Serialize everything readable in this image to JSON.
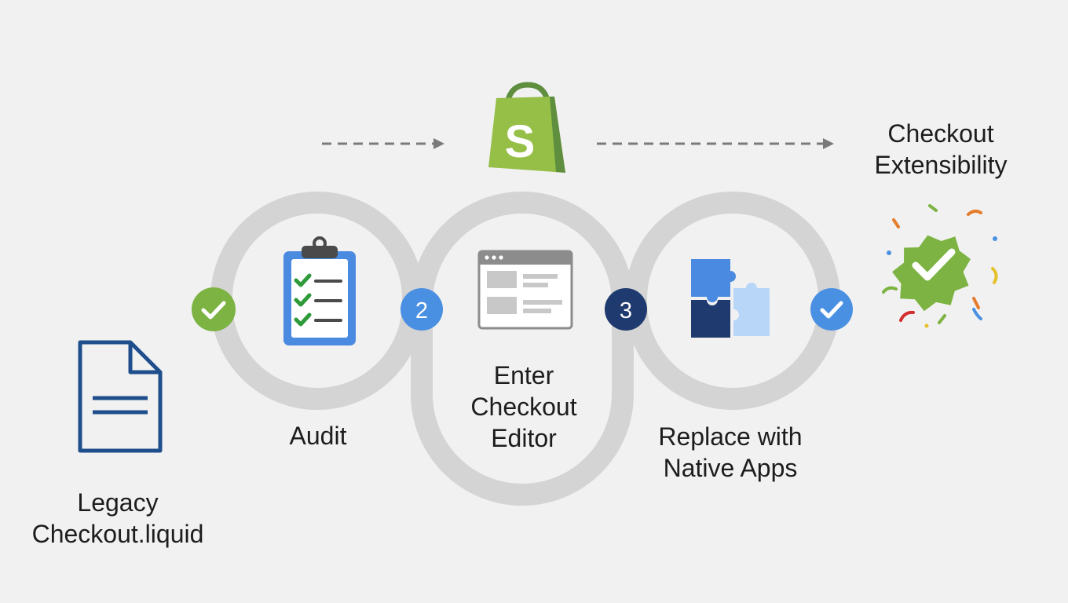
{
  "steps": {
    "legacy": {
      "line1": "Legacy",
      "line2": "Checkout.liquid"
    },
    "audit": {
      "label": "Audit"
    },
    "editor": {
      "number": "2",
      "line1": "Enter",
      "line2": "Checkout",
      "line3": "Editor"
    },
    "replace": {
      "number": "3",
      "line1": "Replace with",
      "line2": "Native Apps"
    },
    "final": {
      "line1": "Checkout",
      "line2": "Extensibility"
    }
  },
  "logo": {
    "letter": "S"
  },
  "colors": {
    "ring": "#d6d6d6",
    "green": "#7cb342",
    "blue": "#4a90e2",
    "navy": "#1e3a6e",
    "doc": "#1f4e8c",
    "arrow": "#7a7a7a"
  },
  "icons": [
    "document-icon",
    "clipboard-checklist-icon",
    "browser-window-icon",
    "puzzle-pieces-icon",
    "shopify-bag-icon",
    "success-badge-icon"
  ]
}
